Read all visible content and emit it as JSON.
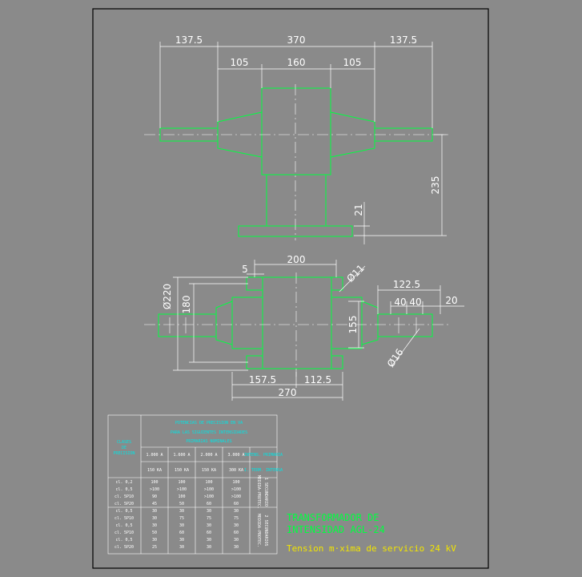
{
  "dimensions": {
    "top_left": "137.5",
    "top_mid": "370",
    "top_right": "137.5",
    "sub_left": "105",
    "sub_mid": "160",
    "sub_right": "105",
    "height_total": "235",
    "flange": "21",
    "plan_width": "200",
    "bolt_spacing": "5",
    "hole": "Ø11",
    "dia_outer": "Ø220",
    "dia_inner": "180",
    "right_len": "122.5",
    "right_a": "40",
    "right_b": "40",
    "right_c": "20",
    "height_right": "155",
    "hole_lower": "Ø16",
    "bot_left": "157.5",
    "bot_right": "112.5",
    "bot_total": "270"
  },
  "table": {
    "head_main": [
      "POTENCIAS DE PRECISION EN VA",
      "PARA LAS SIGUIENTES INTENSIDADES",
      "PRIMARIAS NOMINALES"
    ],
    "head_class": [
      "CLASES",
      "DE",
      "PRECISION"
    ],
    "currents": [
      "1.000 A",
      "1.600 A",
      "2.000 A",
      "3.000 A"
    ],
    "ka": [
      "150 KA",
      "150 KA",
      "150 KA",
      "300 KA"
    ],
    "extra_head": [
      "INTENS. PRIMARIA",
      "I. TERM. INTENSA"
    ],
    "rows": [
      [
        "cl. 0,2",
        "100",
        "100",
        "100",
        "100"
      ],
      [
        "cl. 0,5",
        ">100",
        ">100",
        ">100",
        ">100"
      ],
      [
        "cl. 5P10",
        "90",
        "100",
        ">100",
        ">100"
      ],
      [
        "cl. 5P20",
        "45",
        "50",
        "60",
        "60"
      ],
      [
        "cl. 0,5",
        "30",
        "30",
        "30",
        "30"
      ],
      [
        "cl. 5P10",
        "30",
        "75",
        "75",
        "75"
      ],
      [
        "cl. 0,5",
        "30",
        "30",
        "30",
        "30"
      ],
      [
        "cl. 5P10",
        "50",
        "60",
        "60",
        "60"
      ],
      [
        "cl. 0,5",
        "30",
        "30",
        "30",
        "30"
      ],
      [
        "cl. 5P20",
        "25",
        "30",
        "30",
        "30"
      ]
    ],
    "side_labels": [
      "1 SECUNDARIO",
      "MEDIDA-PROTEC.",
      "2 SECUNDARIOS",
      "MEDIDA-PROTEC."
    ]
  },
  "title": {
    "line1": "TRANSFORMADOR DE",
    "line2": "INTENSIDAD AGL-24",
    "line3": "Tension m·xima de servicio 24 kV"
  },
  "colors": {
    "background": "#8a8a8a",
    "frame": "#000000",
    "outline": "#00ff40",
    "dims": "#ffffff",
    "table_text": "#00e5e5",
    "subtitle": "#f2e500"
  }
}
